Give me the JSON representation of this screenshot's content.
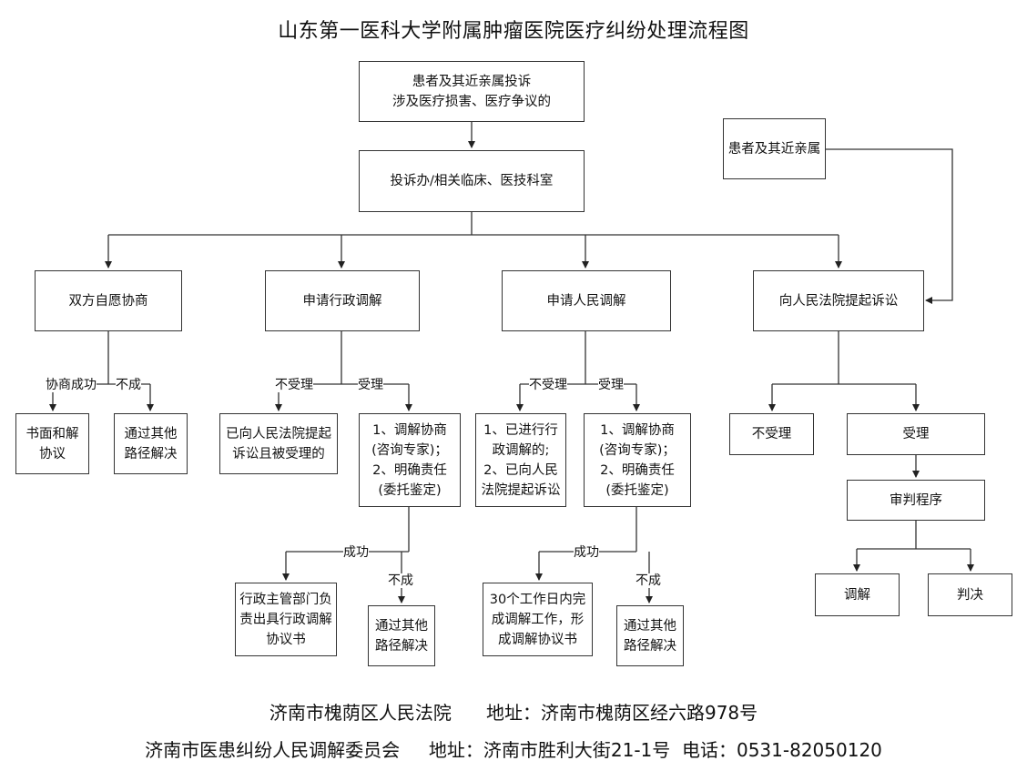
{
  "title": "山东第一医科大学附属肿瘤医院医疗纠纷处理流程图",
  "nodes": {
    "complaint": "患者及其近亲属投诉\n涉及医疗损害、医疗争议的",
    "office": "投诉办/相关临床、医技科室",
    "relatives": "患者及其近亲属",
    "negotiation": "双方自愿协商",
    "admin_mediation": "申请行政调解",
    "people_mediation": "申请人民调解",
    "lawsuit": "向人民法院提起诉讼",
    "written_agreement": "书面和解\n协议",
    "other_path_1": "通过其他\n路径解决",
    "admin_rejected": "已向人民法院提起\n诉讼且被受理的",
    "admin_process": "1、调解协商\n(咨询专家)；\n2、明确责任\n(委托鉴定)",
    "people_rejected": "1、已进行行\n政调解的;\n2、已向人民\n法院提起诉讼",
    "people_process": "1、调解协商\n(咨询专家)；\n2、明确责任\n(委托鉴定)",
    "court_rejected": "不受理",
    "court_accepted": "受理",
    "trial": "审判程序",
    "admin_success": "行政主管部门负\n责出具行政调解\n协议书",
    "other_path_2": "通过其他\n路径解决",
    "people_success": "30个工作日内完\n成调解工作，形\n成调解协议书",
    "other_path_3": "通过其他\n路径解决",
    "court_mediation": "调解",
    "court_judgment": "判决"
  },
  "labels": {
    "neg_success": "协商成功",
    "neg_fail": "不成",
    "admin_reject": "不受理",
    "admin_accept": "受理",
    "people_reject": "不受理",
    "people_accept": "受理",
    "admin_succeed": "成功",
    "admin_fail": "不成",
    "people_succeed": "成功",
    "people_fail": "不成"
  },
  "footer": {
    "court_line": "济南市槐荫区人民法院      地址：济南市槐荫区经六路978号",
    "committee_line": "济南市医患纠纷人民调解委员会     地址：济南市胜利大街21-1号  电话：0531-82050120"
  }
}
